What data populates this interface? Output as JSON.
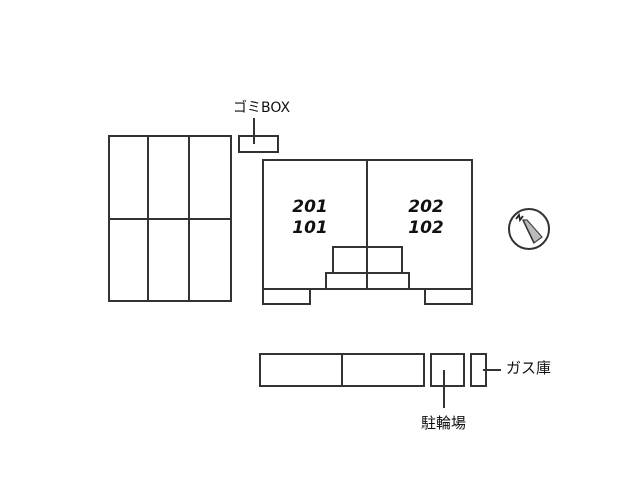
{
  "labels": {
    "garbage_box": "ゴミBOX",
    "bicycle_parking": "駐輪場",
    "gas_storage": "ガス庫"
  },
  "building": {
    "units": [
      {
        "upper": "201",
        "lower": "101"
      },
      {
        "upper": "202",
        "lower": "102"
      }
    ]
  },
  "parking_lot": {
    "columns": 3,
    "rows": 2
  },
  "compass": {
    "icon": "north-arrow-icon",
    "direction": "N"
  },
  "colors": {
    "stroke": "#333333",
    "background": "#ffffff",
    "compass_fill": "#bbbbbb"
  }
}
